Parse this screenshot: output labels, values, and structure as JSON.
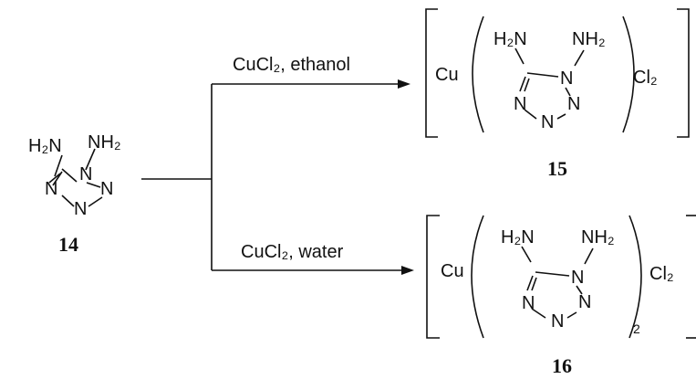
{
  "compounds": {
    "c14": {
      "number": "14",
      "atoms": {
        "amino_c": "H₂N",
        "amino_n": "NH₂",
        "n1": "N",
        "n2": "N",
        "n3": "N",
        "n4": "N"
      }
    },
    "c15": {
      "number": "15",
      "metal": "Cu",
      "counterion": "Cl₂",
      "atoms": {
        "amino_c": "H₂N",
        "amino_n": "NH₂",
        "n1": "N",
        "n2": "N",
        "n3": "N",
        "n4": "N"
      }
    },
    "c16": {
      "number": "16",
      "metal": "Cu",
      "counterion": "Cl₂",
      "multiplier": "2",
      "atoms": {
        "amino_c": "H₂N",
        "amino_n": "NH₂",
        "n1": "N",
        "n2": "N",
        "n3": "N",
        "n4": "N"
      }
    }
  },
  "reactions": {
    "top": {
      "conditions": "CuCl₂, ethanol"
    },
    "bottom": {
      "conditions": "CuCl₂, water"
    }
  },
  "colors": {
    "ink": "#111111",
    "background": "#ffffff"
  }
}
